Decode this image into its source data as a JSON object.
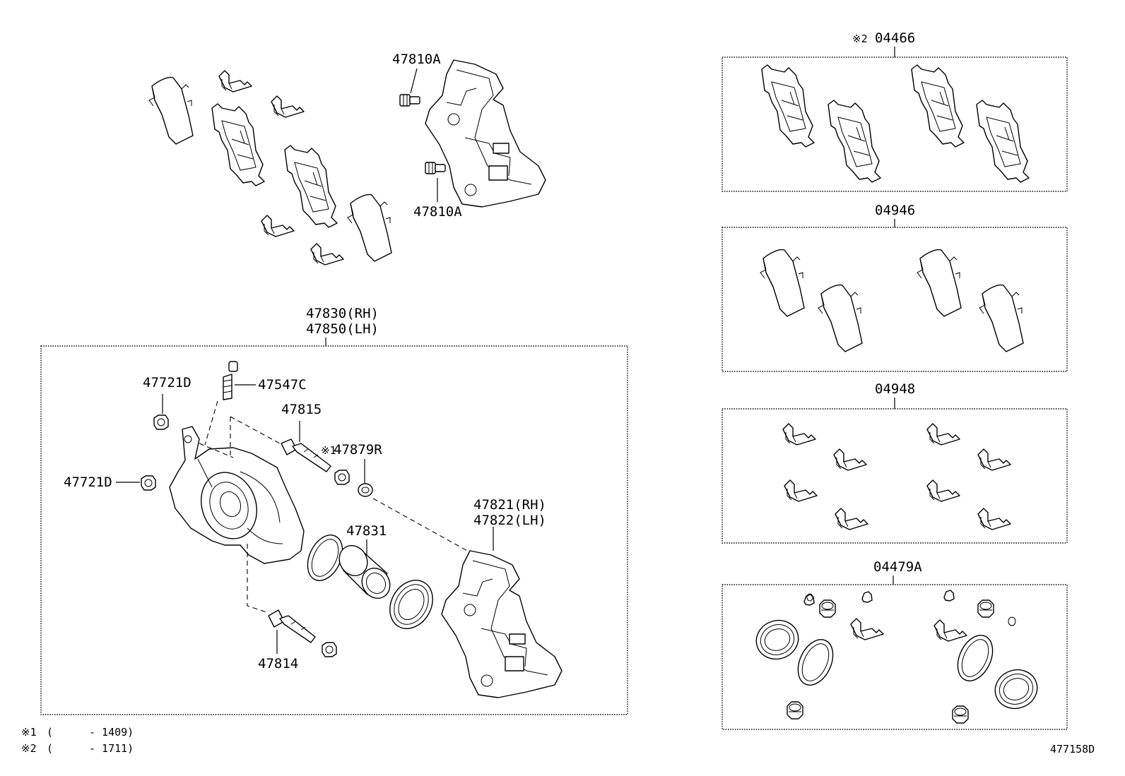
{
  "labels": {
    "bracket_bolt_top": "47810A",
    "bracket_bolt_bottom": "47810A",
    "caliper_assy_rh": "47830(RH)",
    "caliper_assy_lh": "47850(LH)",
    "bleeder_cap": "47721D",
    "bleeder_cap_2": "47721D",
    "bleeder_plug": "47547C",
    "slide_pin_upper": "47815",
    "bushing_mark": "※1",
    "bushing": "47879R",
    "piston": "47831",
    "mounting_rh": "47821(RH)",
    "mounting_lh": "47822(LH)",
    "slide_pin_lower": "47814",
    "pad_kit_mark": "※2",
    "pad_kit": "04466",
    "shim_kit": "04946",
    "fitting_kit": "04948",
    "cylinder_kit": "04479A",
    "diagram_code": "477158D"
  },
  "notes": [
    {
      "mark": "※1",
      "open": "(",
      "range": "- 1409)"
    },
    {
      "mark": "※2",
      "open": "(",
      "range": "- 1711)"
    }
  ]
}
